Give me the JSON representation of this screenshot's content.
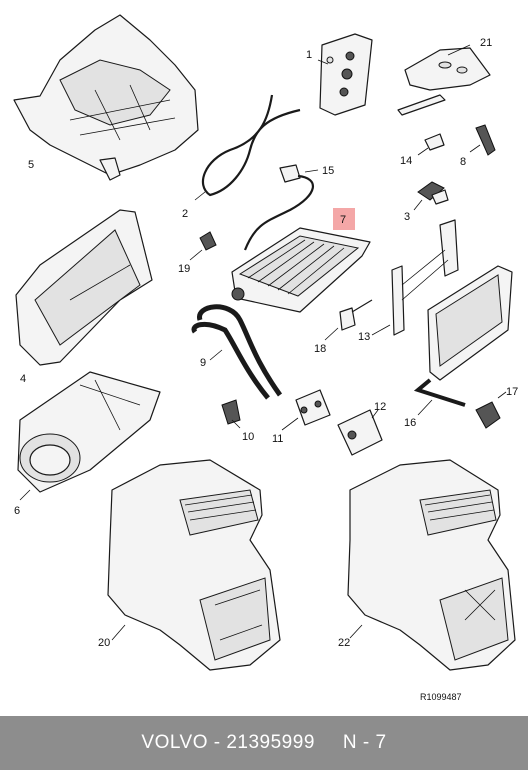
{
  "diagram": {
    "parts": [
      {
        "num": "1"
      },
      {
        "num": "2"
      },
      {
        "num": "3"
      },
      {
        "num": "4"
      },
      {
        "num": "5"
      },
      {
        "num": "6"
      },
      {
        "num": "7"
      },
      {
        "num": "8"
      },
      {
        "num": "9"
      },
      {
        "num": "10"
      },
      {
        "num": "11"
      },
      {
        "num": "12"
      },
      {
        "num": "13"
      },
      {
        "num": "14"
      },
      {
        "num": "15"
      },
      {
        "num": "16"
      },
      {
        "num": "17"
      },
      {
        "num": "18"
      },
      {
        "num": "19"
      },
      {
        "num": "20"
      },
      {
        "num": "21"
      },
      {
        "num": "22"
      }
    ],
    "highlighted_part": "7",
    "highlight_color": "#f4a7a7",
    "reference_code": "R1099487"
  },
  "footer": {
    "brand_part": "VOLVO - 21395999",
    "position": "N - 7",
    "background": "#8d8d8d"
  }
}
